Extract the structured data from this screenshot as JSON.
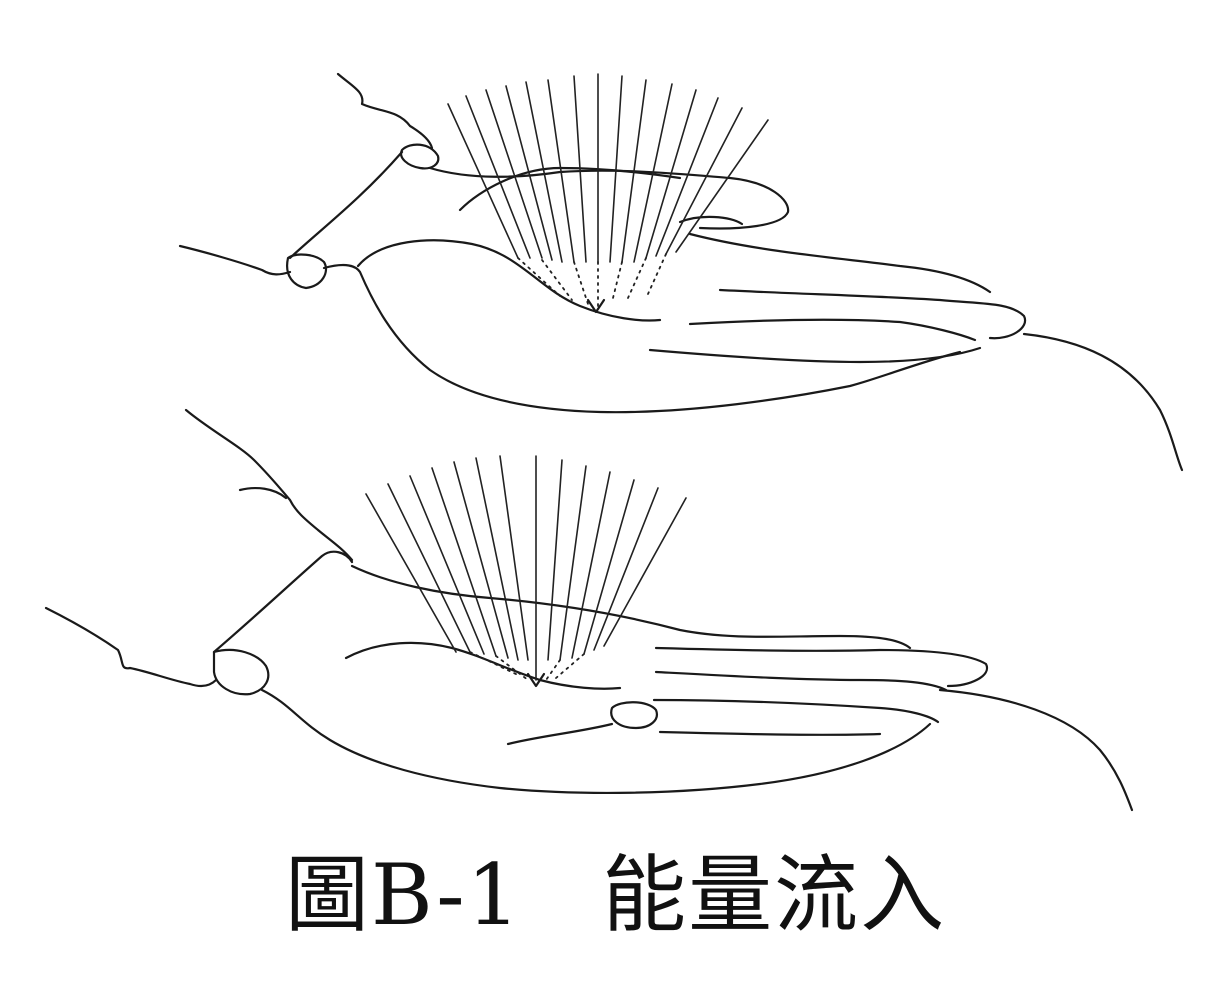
{
  "figure": {
    "label": "圖B-1",
    "title": "能量流入"
  },
  "illustrations": [
    {
      "name": "upper-hand",
      "icon": "open-palm-receiving-energy-icon"
    },
    {
      "name": "lower-hand",
      "icon": "open-palm-receiving-energy-icon"
    }
  ]
}
